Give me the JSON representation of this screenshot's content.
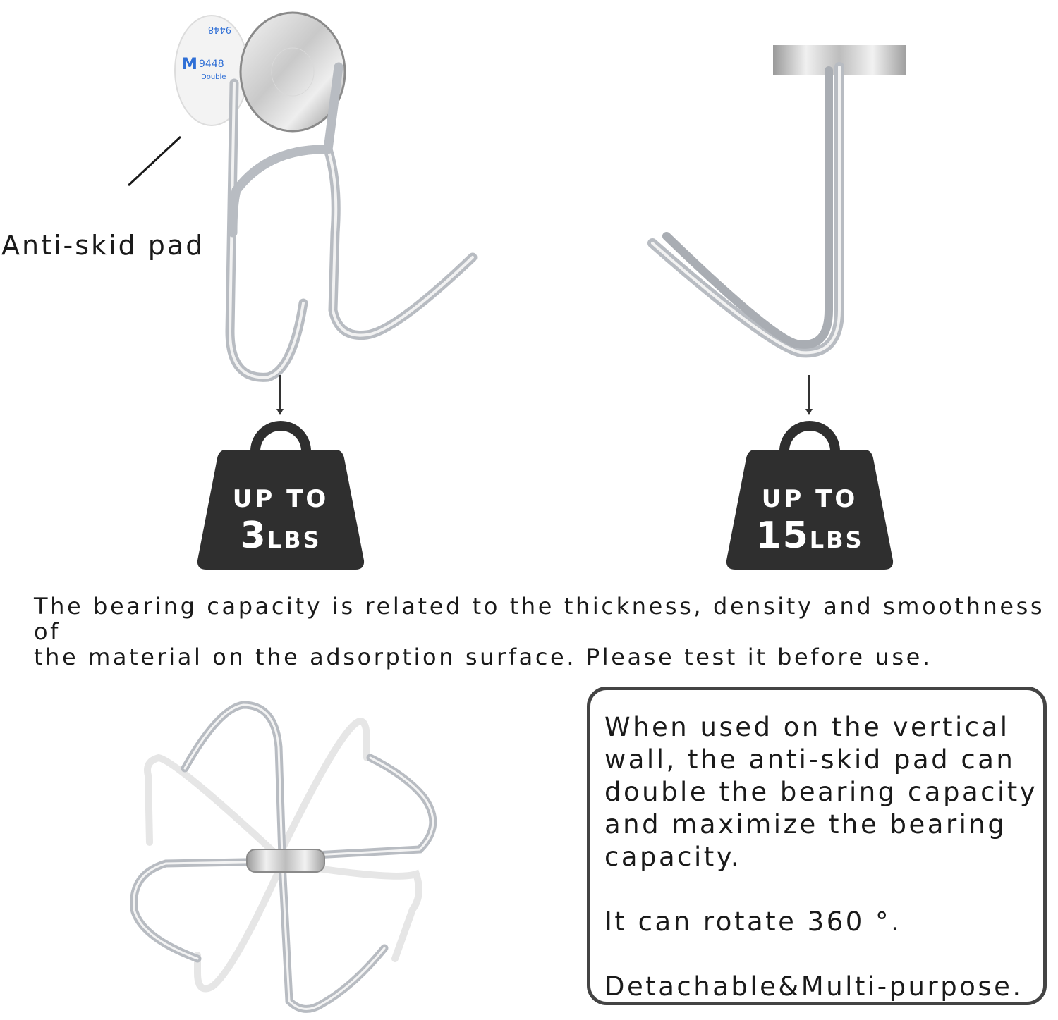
{
  "labels": {
    "anti_skid_pad": "Anti-skid pad"
  },
  "tape_text": {
    "code": "9448",
    "code_top": "9448",
    "double": "Double"
  },
  "weights": [
    {
      "prefix": "UP TO",
      "value": "3",
      "unit": "LBS"
    },
    {
      "prefix": "UP TO",
      "value": "15",
      "unit": "LBS"
    }
  ],
  "note": {
    "line1": "The bearing capacity is related to the thickness, density and smoothness of",
    "line2": "the material on the adsorption surface. Please test it before use."
  },
  "info_box": {
    "para1_lines": [
      "When used on the vertical",
      "wall, the anti-skid pad can",
      "double the bearing capacity",
      "and maximize the bearing",
      "capacity."
    ],
    "para2": "It can rotate 360 °.",
    "para3": "Detachable&Multi-purpose."
  },
  "colors": {
    "weight_fill": "#2f2f2f",
    "hook_metal": "#b8bcc2",
    "tape_blue": "#2f6fd6",
    "box_border": "#444444"
  }
}
